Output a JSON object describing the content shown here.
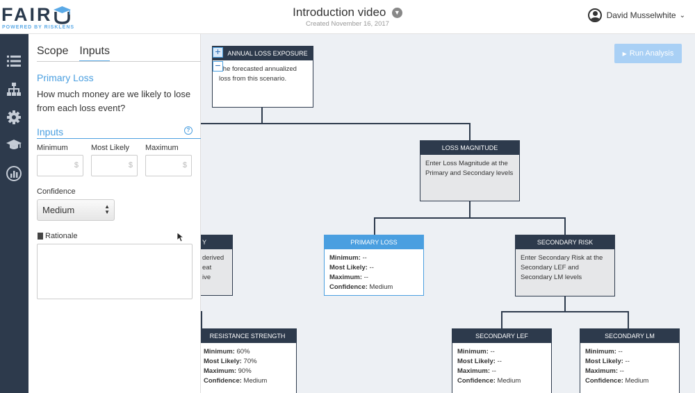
{
  "header": {
    "logo_text": "FAIR",
    "logo_sub": "POWERED BY RISKLENS",
    "title": "Introduction video",
    "subtitle": "Created November 16, 2017",
    "user_name": "David Musselwhite"
  },
  "iconbar": {
    "icons": [
      "list-icon",
      "hierarchy-icon",
      "gear-icon",
      "graduation-cap-icon",
      "chart-icon"
    ]
  },
  "panel": {
    "tabs": [
      {
        "label": "Scope"
      },
      {
        "label": "Inputs"
      }
    ],
    "active_tab": "Inputs",
    "section_title": "Primary Loss",
    "question": "How much money are we likely to lose from each loss event?",
    "inputs_title": "Inputs",
    "min_label": "Minimum",
    "most_likely_label": "Most Likely",
    "max_label": "Maximum",
    "currency_symbol": "$",
    "confidence_label": "Confidence",
    "confidence_value": "Medium",
    "rationale_label": "Rationale"
  },
  "canvas": {
    "run_button": "Run Analysis",
    "nodes": {
      "ale": {
        "title": "ANNUAL LOSS EXPOSURE",
        "body": "The forecasted annualized loss from this scenario."
      },
      "lm": {
        "title": "LOSS MAGNITUDE",
        "body": "Enter Loss Magnitude at the Primary and Secondary levels"
      },
      "partial": {
        "title": "Y",
        "lines": [
          "derived",
          "eat",
          "ive"
        ]
      },
      "pl": {
        "title": "PRIMARY LOSS",
        "min_k": "Minimum:",
        "min_v": "--",
        "ml_k": "Most Likely:",
        "ml_v": "--",
        "max_k": "Maximum:",
        "max_v": "--",
        "conf_k": "Confidence:",
        "conf_v": "Medium"
      },
      "sr": {
        "title": "SECONDARY RISK",
        "body": "Enter Secondary Risk at the Secondary LEF and Secondary LM levels"
      },
      "rs": {
        "title": "RESISTANCE STRENGTH",
        "min_k": "Minimum:",
        "min_v": "60%",
        "ml_k": "Most Likely:",
        "ml_v": "70%",
        "max_k": "Maximum:",
        "max_v": "90%",
        "conf_k": "Confidence:",
        "conf_v": "Medium"
      },
      "slef": {
        "title": "SECONDARY LEF",
        "min_k": "Minimum:",
        "min_v": "--",
        "ml_k": "Most Likely:",
        "ml_v": "--",
        "max_k": "Maximum:",
        "max_v": "--",
        "conf_k": "Confidence:",
        "conf_v": "Medium"
      },
      "slm": {
        "title": "SECONDARY LM",
        "min_k": "Minimum:",
        "min_v": "--",
        "ml_k": "Most Likely:",
        "ml_v": "--",
        "max_k": "Maximum:",
        "max_v": "--",
        "conf_k": "Confidence:",
        "conf_v": "Medium"
      }
    }
  },
  "colors": {
    "navy": "#2d3a4c",
    "accent_blue": "#4a9fe0",
    "canvas_bg": "#edf0f4",
    "run_button": "#a9d0f5"
  }
}
